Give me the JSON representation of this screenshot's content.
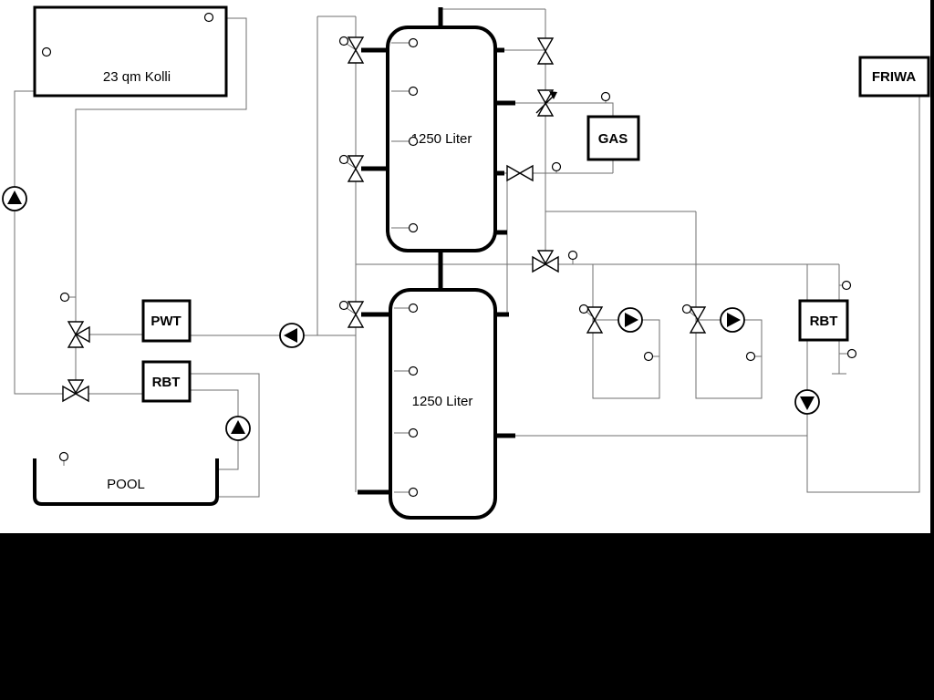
{
  "diagram": {
    "boxes": {
      "collector": "23 qm Kolli",
      "tank_top": "1250 Liter",
      "tank_bottom": "1250 Liter",
      "heat_exchanger": "PWT",
      "rbt_left": "RBT",
      "rbt_right": "RBT",
      "boiler": "GAS",
      "fresh_water": "FRIWA",
      "pool": "POOL"
    },
    "symbols": {
      "pump": "circle-with-solid-triangle",
      "valve": "bowtie-hourglass",
      "three_way_valve": "bowtie-with-third-triangle",
      "mixing_valve": "bowtie-with-diagonal-arrow",
      "sensor": "small-circle-with-stem"
    },
    "colors": {
      "pipe": "#6f6f6f",
      "outline": "#000000",
      "background": "#ffffff",
      "mask": "#000000"
    }
  }
}
